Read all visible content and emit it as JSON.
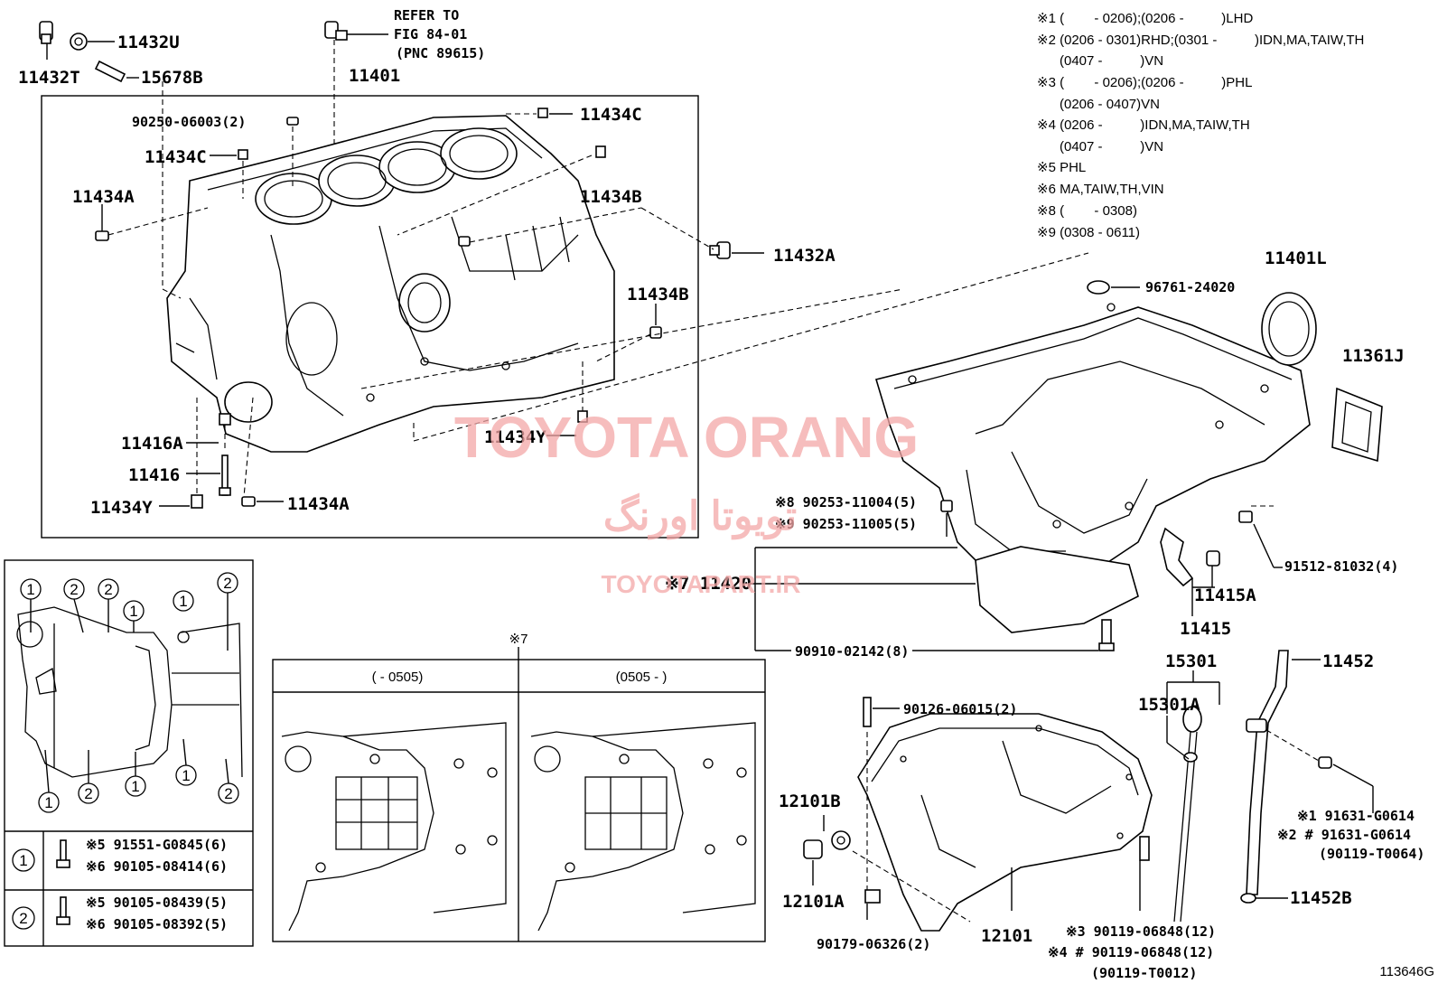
{
  "labels": {
    "p11432T": "11432T",
    "p11432U": "11432U",
    "p15678B": "15678B",
    "refer1": "REFER TO",
    "refer2": "FIG 84-01",
    "refer3": "(PNC 89615)",
    "p11401": "11401",
    "p90250": "90250-06003(2)",
    "p11434C_a": "11434C",
    "p11434C_b": "11434C",
    "p11434A_a": "11434A",
    "p11434B_a": "11434B",
    "p11432A": "11432A",
    "p11434B_b": "11434B",
    "p11416A": "11416A",
    "p11416": "11416",
    "p11434Y_a": "11434Y",
    "p11434Y_b": "11434Y",
    "p11434A_b": "11434A",
    "p11401L": "11401L",
    "p96761": "96761-24020",
    "p11361J": "11361J",
    "p90253_8": "※8 90253-11004(5)",
    "p90253_9": "※9 90253-11005(5)",
    "p91512": "91512-81032(4)",
    "p11420": "※7 11420",
    "p11415A": "11415A",
    "p11415": "11415",
    "p90910": "90910-02142(8)",
    "p15301": "15301",
    "p15301A": "15301A",
    "p11452": "11452",
    "p90126": "90126-06015(2)",
    "p12101B": "12101B",
    "p12101A": "12101A",
    "p90179": "90179-06326(2)",
    "p12101": "12101",
    "p91631_1": "※1 91631-G0614",
    "p91631_2": "※2 # 91631-G0614",
    "p90119_T0064": "(90119-T0064)",
    "p11452B": "11452B",
    "p90119_3": "※3 90119-06848(12)",
    "p90119_4": "※4 # 90119-06848(12)",
    "p90119_T0012": "(90119-T0012)",
    "fig_code": "113646G"
  },
  "notes": [
    "※1 (        - 0206);(0206 -          )LHD",
    "※2 (0206 - 0301)RHD;(0301 -          )IDN,MA,TAIW,TH",
    "      (0407 -          )VN",
    "※3 (        - 0206);(0206 -          )PHL",
    "      (0206 - 0407)VN",
    "※4 (0206 -          )IDN,MA,TAIW,TH",
    "      (0407 -          )VN",
    "※5 PHL",
    "※6 MA,TAIW,TH,VIN",
    "※8 (        - 0308)",
    "※9 (0308 - 0611)"
  ],
  "inset_legend": {
    "circle1": "1",
    "circle2": "2",
    "row1_a": "※5 91551-G0845(6)",
    "row1_b": "※6 90105-08414(6)",
    "row2_a": "※5 90105-08439(5)",
    "row2_b": "※6 90105-08392(5)"
  },
  "variant_box": {
    "title": "※7",
    "left_header": "(        - 0505)",
    "right_header": "(0505 -          )"
  },
  "watermark": {
    "line1": "TOYOTA ORANG",
    "line2": "تويوتا اورنگ",
    "line3": "TOYOTAPART.IR",
    "color": "#f4a7a7"
  }
}
